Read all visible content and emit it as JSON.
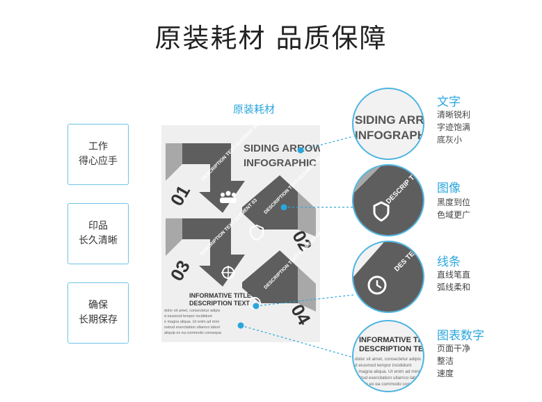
{
  "title": "原装耗材  品质保障",
  "left_boxes": [
    {
      "line1": "工作",
      "line2": "得心应手"
    },
    {
      "line1": "印品",
      "line2": "长久清晰"
    },
    {
      "line1": "确保",
      "line2": "长期保存"
    }
  ],
  "center_caption": "原装耗材",
  "print": {
    "headline_1": "SIDING ARROW",
    "headline_2": "INFOGRAPHIC",
    "numbers": [
      "01",
      "02",
      "03",
      "04"
    ],
    "descriptions": [
      "DESCRIPTION TEXT ELEMENT 01",
      "DESCRIPTION TEXT ELEMENT 02",
      "DESCRIPTION TEXT ELEMENT 03",
      "DESCRIPTION TEXT ELEMENT 04"
    ],
    "info_title": "INFORMATIVE TITLE",
    "info_subtitle": "DESCRIPTION TEXT",
    "body_lines": [
      "dolor sit amet, consectetur adipis",
      "d eiusmod tempor incididunt",
      "e magna aliqua. Ut enim ad mini",
      "ostrud exercitation ullamco labori",
      "aliquip ex ea commodo consequa"
    ]
  },
  "features": [
    {
      "title": "文字",
      "desc": [
        "清晰锐利",
        "字迹饱满",
        "底灰小"
      ]
    },
    {
      "title": "图像",
      "desc": [
        "黑度到位",
        "色域更广"
      ]
    },
    {
      "title": "线条",
      "desc": [
        "直线笔直",
        "弧线柔和"
      ]
    },
    {
      "title": "图表数字",
      "desc": [
        "页面干净",
        "整洁",
        "速度"
      ]
    }
  ],
  "zoom_texts": {
    "z1_line1": "SIDING ARROW",
    "z1_line2": "INFOGRAPHIC",
    "z2_text": "DESCRIP TEXT ELEM",
    "z3_text": "DES TEXT ELEM",
    "z4_line1": "INFORMATIVE TI",
    "z4_line2": "DESCRIPTION TEX"
  },
  "colors": {
    "accent": "#2aa6dc",
    "border": "#6fc3e6",
    "arrow_dark": "#5e5e5e",
    "arrow_light": "#a8a8a8"
  }
}
